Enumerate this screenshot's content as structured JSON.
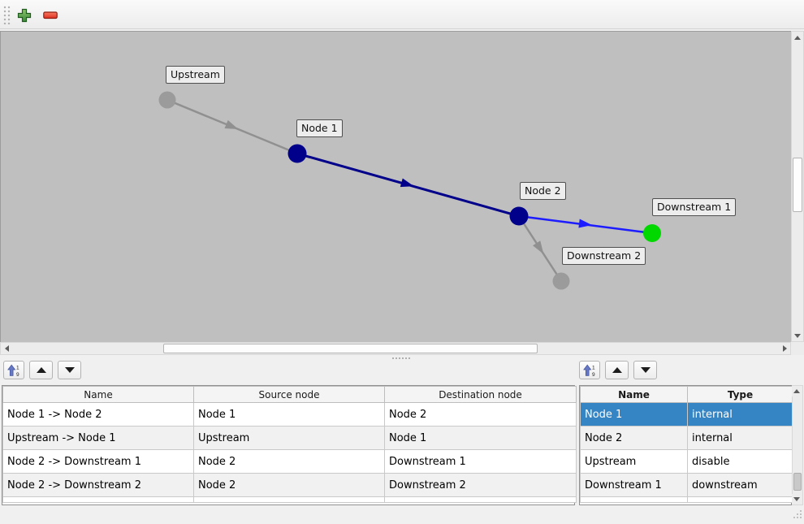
{
  "toolbar": {
    "add_icon": "plus",
    "remove_icon": "minus"
  },
  "icons": {
    "sort_digit_top": "1",
    "sort_digit_bottom": "9"
  },
  "graph": {
    "nodes": [
      {
        "label": "Upstream",
        "type": "disable",
        "color": "#9b9b9b"
      },
      {
        "label": "Node 1",
        "type": "internal",
        "color": "#00008b"
      },
      {
        "label": "Node 2",
        "type": "internal",
        "color": "#00008b"
      },
      {
        "label": "Downstream 1",
        "type": "downstream",
        "color": "#00d800"
      },
      {
        "label": "Downstream 2",
        "type": "disable",
        "color": "#9b9b9b"
      }
    ],
    "edges": [
      {
        "name": "Upstream -> Node 1",
        "color": "#909090"
      },
      {
        "name": "Node 1 -> Node 2",
        "color": "#00008b"
      },
      {
        "name": "Node 2 -> Downstream 1",
        "color": "#1c1cff"
      },
      {
        "name": "Node 2 -> Downstream 2",
        "color": "#909090"
      }
    ]
  },
  "edge_table": {
    "headers": [
      "Name",
      "Source node",
      "Destination node"
    ],
    "rows": [
      {
        "name": "Node 1 -> Node 2",
        "source": "Node 1",
        "destination": "Node 2"
      },
      {
        "name": "Upstream -> Node 1",
        "source": "Upstream",
        "destination": "Node 1"
      },
      {
        "name": "Node 2 -> Downstream 1",
        "source": "Node 2",
        "destination": "Downstream 1"
      },
      {
        "name": "Node 2 -> Downstream 2",
        "source": "Node 2",
        "destination": "Downstream 2"
      }
    ]
  },
  "node_table": {
    "headers": [
      "Name",
      "Type"
    ],
    "rows": [
      {
        "name": "Node 1",
        "type": "internal"
      },
      {
        "name": "Node 2",
        "type": "internal"
      },
      {
        "name": "Upstream",
        "type": "disable"
      },
      {
        "name": "Downstream 1",
        "type": "downstream"
      }
    ],
    "selected_row_index": 0
  },
  "colors": {
    "selection": "#3584c4",
    "canvas_background": "#bfbfbf"
  }
}
